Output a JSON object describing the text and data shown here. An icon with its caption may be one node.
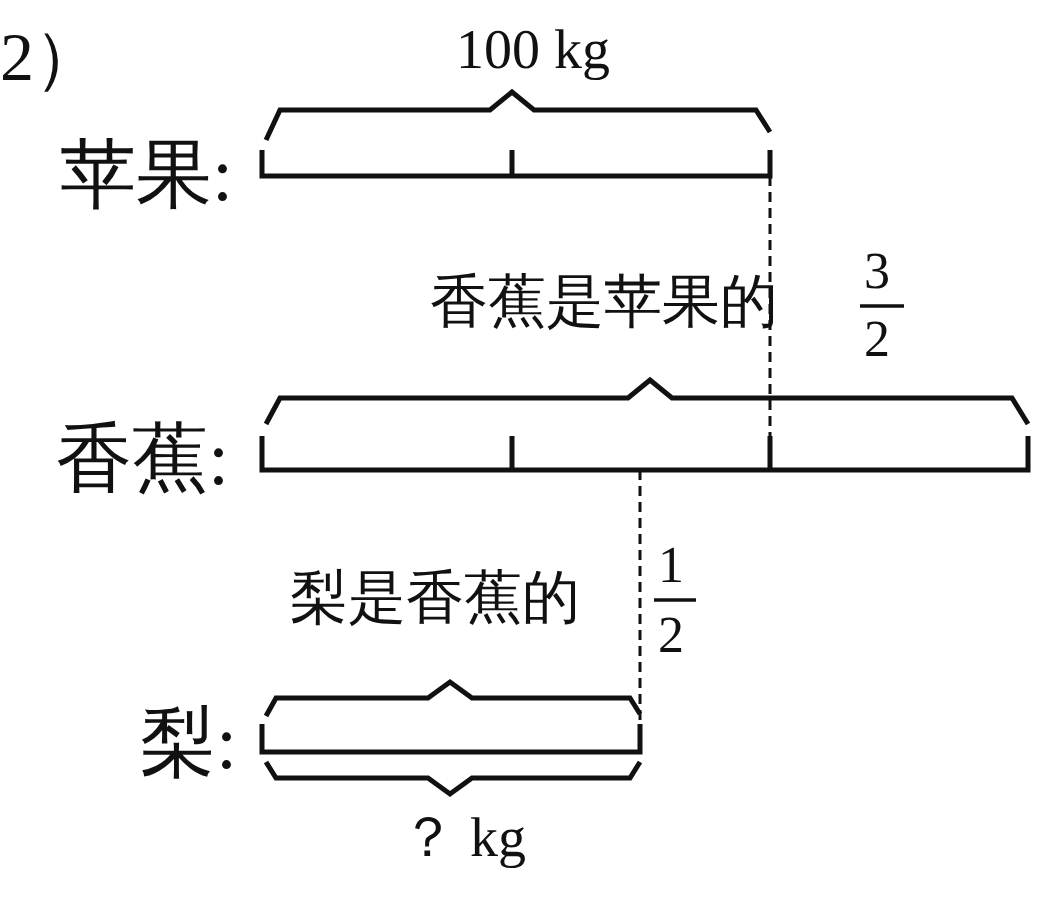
{
  "diagram": {
    "labels": [
      "2）",
      "100 kg",
      "苹果:",
      "香蕉是苹果的",
      "3",
      "2",
      "香蕉:",
      "梨是香蕉的",
      "1",
      "2",
      "梨:",
      "？ kg"
    ]
  }
}
